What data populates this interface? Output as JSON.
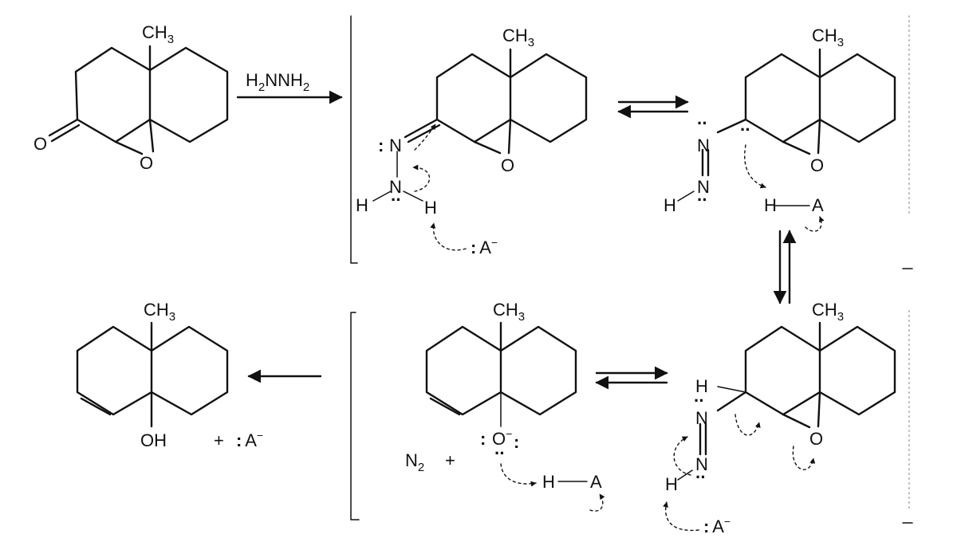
{
  "labels": {
    "ch3": "CH3",
    "o": "O",
    "n": "N",
    "h": "H",
    "a": "A",
    "oh": "OH",
    "o_minus": "O",
    "a_minus": "A",
    "minus": "−",
    "lone_pair": ":",
    "double_dot": "··",
    "reagent": "H2NNH2",
    "n2": "N2",
    "plus": "+"
  },
  "reagent_parts": [
    "H",
    "2",
    "NNH",
    "2"
  ],
  "n2_parts": [
    "N",
    "2"
  ],
  "ch3_parts": [
    "CH",
    "3"
  ]
}
